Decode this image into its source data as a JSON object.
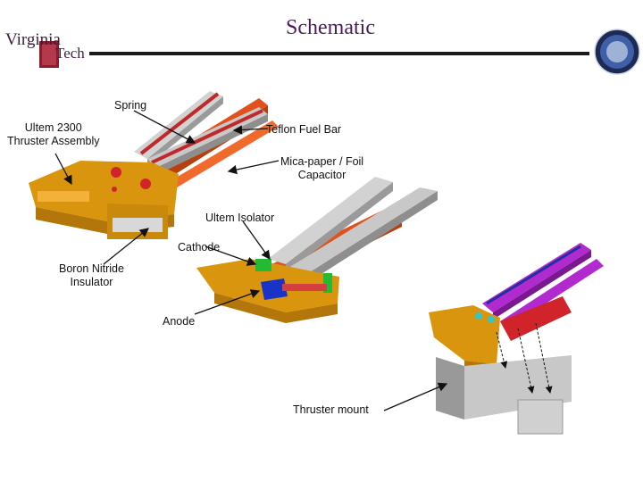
{
  "title": "Schematic",
  "logo": {
    "line1": "Virginia",
    "line2": "Tech"
  },
  "labels": {
    "spring": "Spring",
    "ultem_2300": "Ultem 2300\nThruster Assembly",
    "teflon": "Teflon Fuel Bar",
    "mica": "Mica-paper / Foil\nCapacitor",
    "ultem_isolator": "Ultem Isolator",
    "cathode": "Cathode",
    "boron": "Boron Nitride\nInsulator",
    "anode": "Anode",
    "mount": "Thruster mount"
  },
  "colors": {
    "title": "#4a1a5e",
    "rule": "#1a1a1a",
    "ultem_body": "#d9950e",
    "capacitor": "#e0521c",
    "spring": "#c0282a",
    "fuel_bar": "#c8c8c8",
    "cathode": "#22bb33",
    "anode": "#1733c8",
    "magenta_bar": "#b12ad0"
  }
}
